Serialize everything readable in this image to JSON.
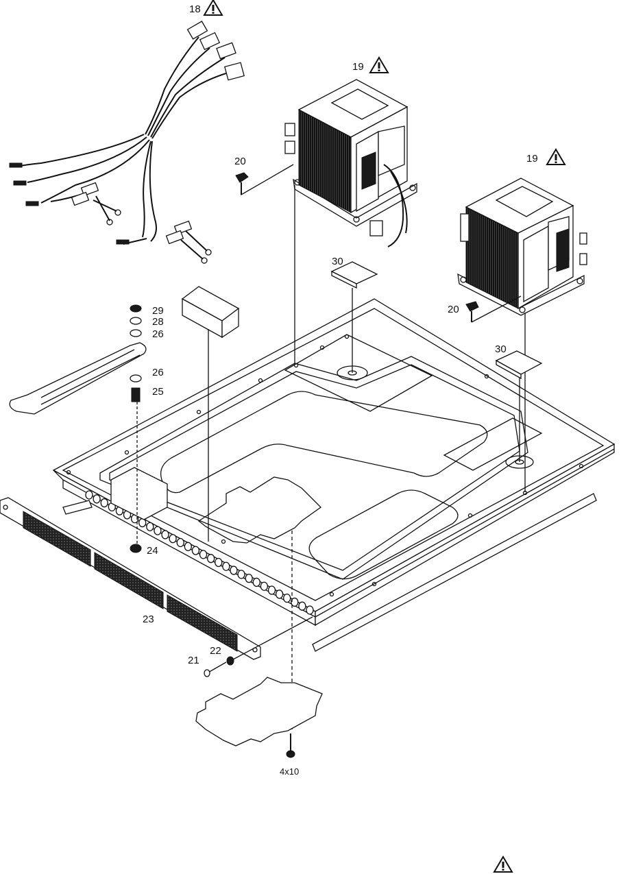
{
  "labels": {
    "p18": "18",
    "p19a": "19",
    "p19b": "19",
    "p20a": "20",
    "p20b": "20",
    "p21": "21",
    "p22": "22",
    "p23": "23",
    "p24": "24",
    "p25": "25",
    "p26a": "26",
    "p26b": "26",
    "p28": "28",
    "p29": "29",
    "p30a": "30",
    "p30b": "30",
    "screw": "4x10"
  },
  "icons": {
    "warning": "warning-triangle-icon"
  }
}
